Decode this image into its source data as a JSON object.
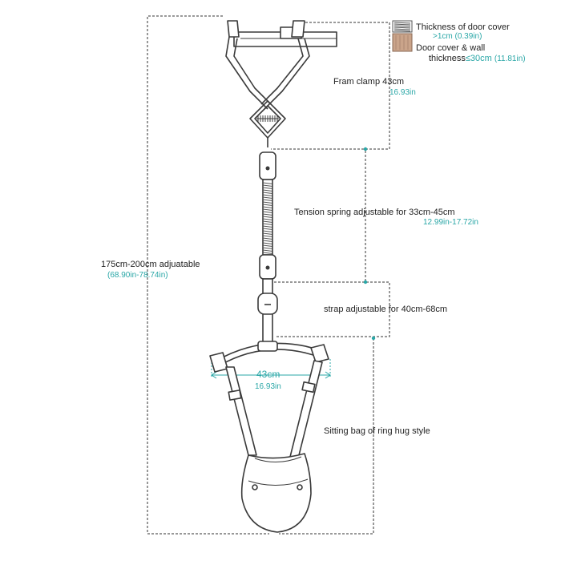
{
  "colors": {
    "line": "#333333",
    "accent": "#2aa7a7",
    "product": "#3a3a3a",
    "wood": "#caa48a",
    "coil": "#555555"
  },
  "icons": [
    "door-cover-coil-icon",
    "door-wall-wood-icon"
  ],
  "legend": {
    "door_cover": {
      "label": "Thickness of door cover",
      "value_prefix": ">1cm",
      "value_in": "(0.39in)"
    },
    "wall": {
      "label_line1": "Door cover & wall",
      "label_line2": "thickness",
      "value_prefix": "≤30cm",
      "value_in": "(11.81in)"
    }
  },
  "labels": {
    "frame_clamp": {
      "text": "Fram clamp 43cm",
      "sub": "16.93in"
    },
    "tension_spring": {
      "text": "Tension spring adjustable for 33cm-45cm",
      "sub": "12.99in-17.72in"
    },
    "total_height": {
      "text": "175cm-200cm adjuatable",
      "sub": "(68.90in-78.74in)"
    },
    "strap": {
      "text": "strap adjustable for 40cm-68cm"
    },
    "seat_width": {
      "text": "43cm",
      "sub": "16.93in"
    },
    "sitting_bag": {
      "text": "Sitting bag of ring hug style"
    }
  }
}
